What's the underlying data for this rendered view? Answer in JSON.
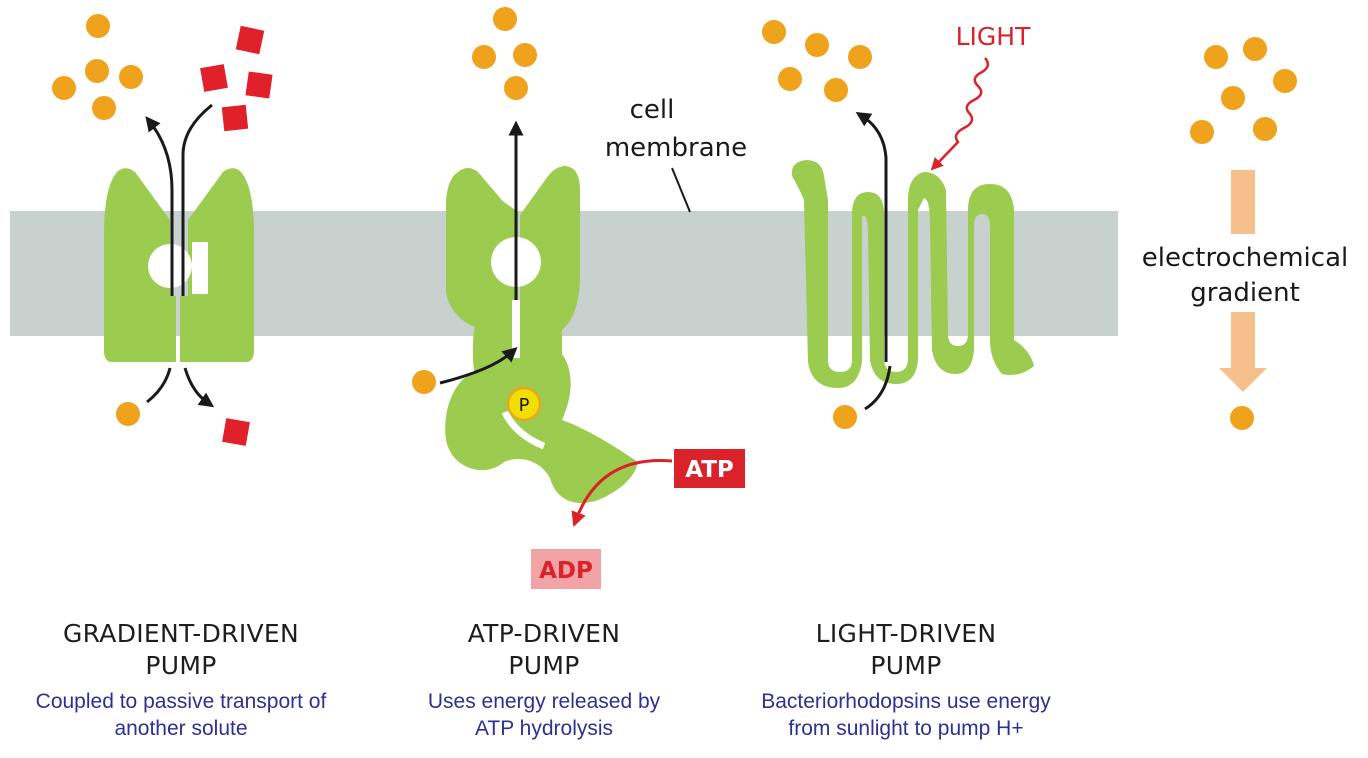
{
  "labels": {
    "cell_membrane_line1": "cell",
    "cell_membrane_line2": "membrane",
    "light": "LIGHT",
    "atp": "ATP",
    "adp": "ADP",
    "phosphate": "P",
    "gradient_line1": "electrochemical",
    "gradient_line2": "gradient"
  },
  "pumps": [
    {
      "title_line1": "GRADIENT-DRIVEN",
      "title_line2": "PUMP",
      "desc_line1": "Coupled to passive transport of",
      "desc_line2": "another solute"
    },
    {
      "title_line1": "ATP-DRIVEN",
      "title_line2": "PUMP",
      "desc_line1": "Uses energy released by",
      "desc_line2": "ATP hydrolysis"
    },
    {
      "title_line1": "LIGHT-DRIVEN",
      "title_line2": "PUMP",
      "desc_line1": "Bacteriorhodopsins use energy",
      "desc_line2": "from sunlight to pump H+"
    }
  ],
  "colors": {
    "membrane": "#c7d1cd",
    "protein": "#9bcb4f",
    "solute": "#efa21c",
    "cosolute": "#e0202a",
    "atp": "#d92229",
    "adp_bg": "#f2a3a6",
    "gradient_arrow": "#f5c08c",
    "caption_desc": "#2e3192"
  }
}
